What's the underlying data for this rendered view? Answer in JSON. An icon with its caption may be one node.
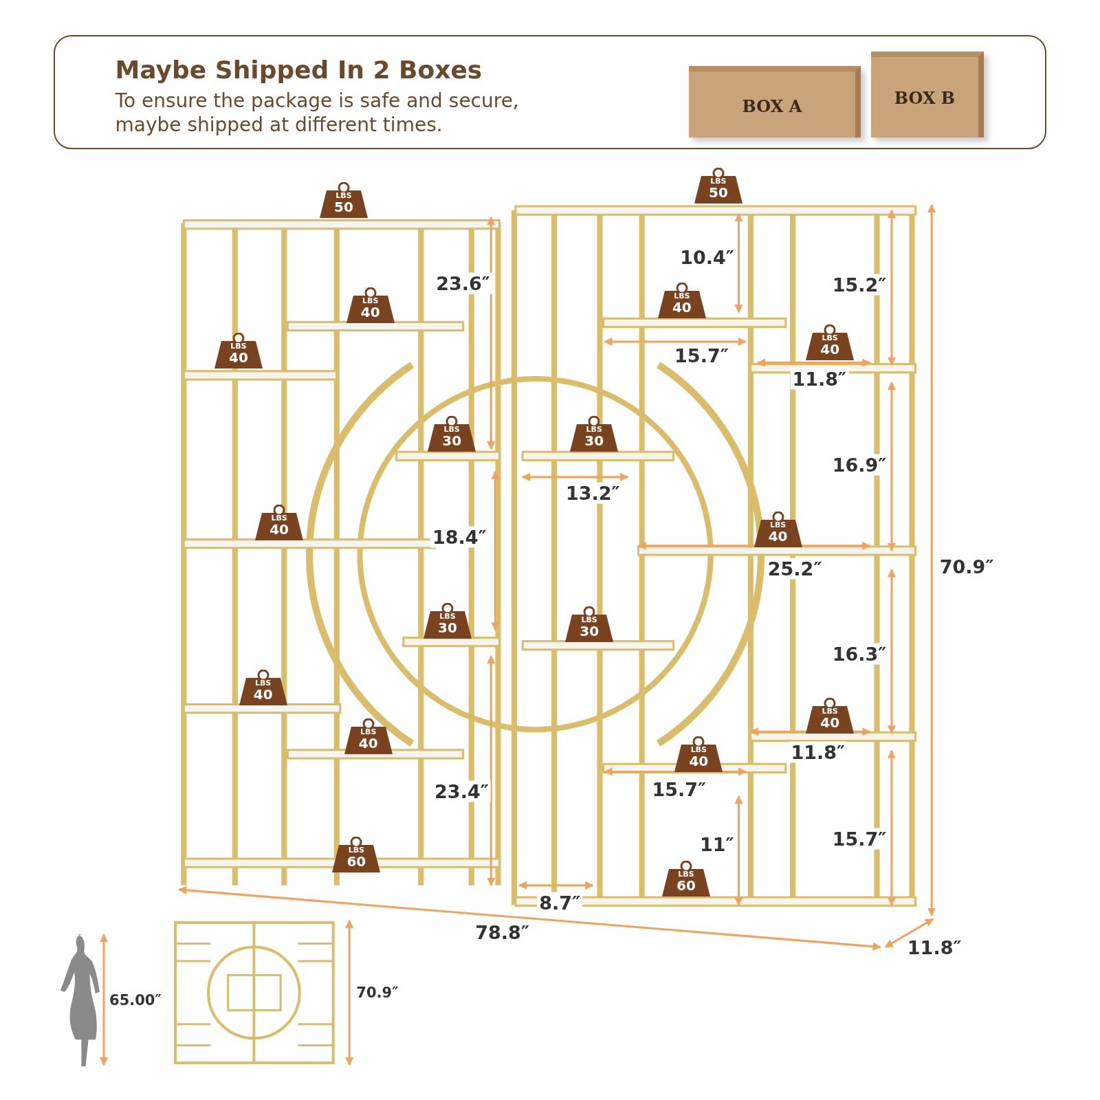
{
  "diagram": {
    "nodes": [
      {
        "text": [
          "Maybe Shipped In 2 Boxes",
          "To ensure the package is safe and secure, maybe shipped at different times."
        ]
      },
      {
        "text": [
          "BOX A"
        ],
        "in": 0
      },
      {
        "text": [
          "BOX B"
        ],
        "in": 0
      },
      {
        "text": [
          "LBS",
          "50"
        ]
      },
      {
        "text": [
          "LBS",
          "50"
        ]
      },
      {
        "text": [
          "LBS",
          "40"
        ]
      },
      {
        "text": [
          "LBS",
          "40"
        ]
      },
      {
        "text": [
          "LBS",
          "40"
        ]
      },
      {
        "text": [
          "LBS",
          "40"
        ]
      },
      {
        "text": [
          "LBS",
          "30"
        ]
      },
      {
        "text": [
          "LBS",
          "30"
        ]
      },
      {
        "text": [
          "LBS",
          "40"
        ]
      },
      {
        "text": [
          "LBS",
          "40"
        ]
      },
      {
        "text": [
          "LBS",
          "30"
        ]
      },
      {
        "text": [
          "LBS",
          "30"
        ]
      },
      {
        "text": [
          "LBS",
          "40"
        ]
      },
      {
        "text": [
          "LBS",
          "40"
        ]
      },
      {
        "text": [
          "LBS",
          "40"
        ]
      },
      {
        "text": [
          "LBS",
          "40"
        ]
      },
      {
        "text": [
          "LBS",
          "60"
        ]
      },
      {
        "text": [
          "LBS",
          "60"
        ]
      }
    ],
    "labels": [
      "10.4″",
      "23.6″",
      "15.2″",
      "15.7″",
      "11.8″",
      "16.9″",
      "13.2″",
      "18.4″",
      "70.9″",
      "25.2″",
      "16.3″",
      "11.8″",
      "15.7″",
      "23.4″",
      "15.7″",
      "11″",
      "8.7″",
      "78.8″",
      "11.8″",
      "70.9″",
      "65.00″"
    ]
  }
}
